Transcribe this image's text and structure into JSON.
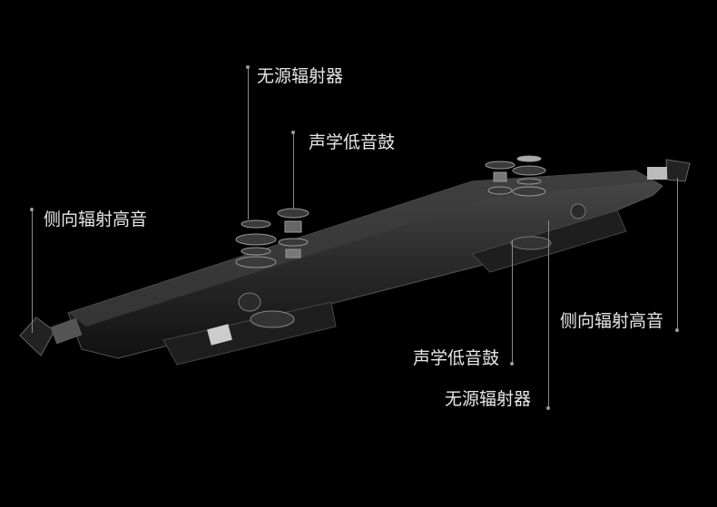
{
  "callouts": {
    "passive_radiator_top": "无源辐射器",
    "acoustic_bass_top": "声学低音鼓",
    "side_tweeter_left": "侧向辐射高音",
    "side_tweeter_right": "侧向辐射高音",
    "acoustic_bass_bottom": "声学低音鼓",
    "passive_radiator_bottom": "无源辐射器"
  }
}
